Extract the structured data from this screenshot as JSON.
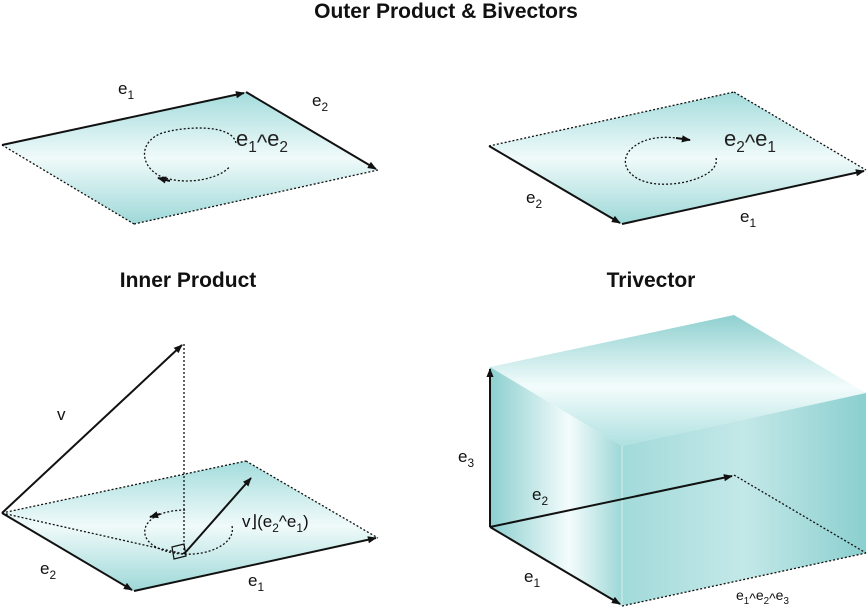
{
  "titles": {
    "outer": "Outer Product & Bivectors",
    "inner": "Inner Product",
    "trivector": "Trivector"
  },
  "labels": {
    "e": "e",
    "wedge": "^",
    "v": "v",
    "inner_prefix": "v⌋(e",
    "inner_mid": "^e",
    "close_paren": ")",
    "sub1": "1",
    "sub2": "2",
    "sub3": "3"
  },
  "colors": {
    "plane": "#a8dede",
    "plane_light": "#f2fbfb",
    "ink": "#111111"
  }
}
